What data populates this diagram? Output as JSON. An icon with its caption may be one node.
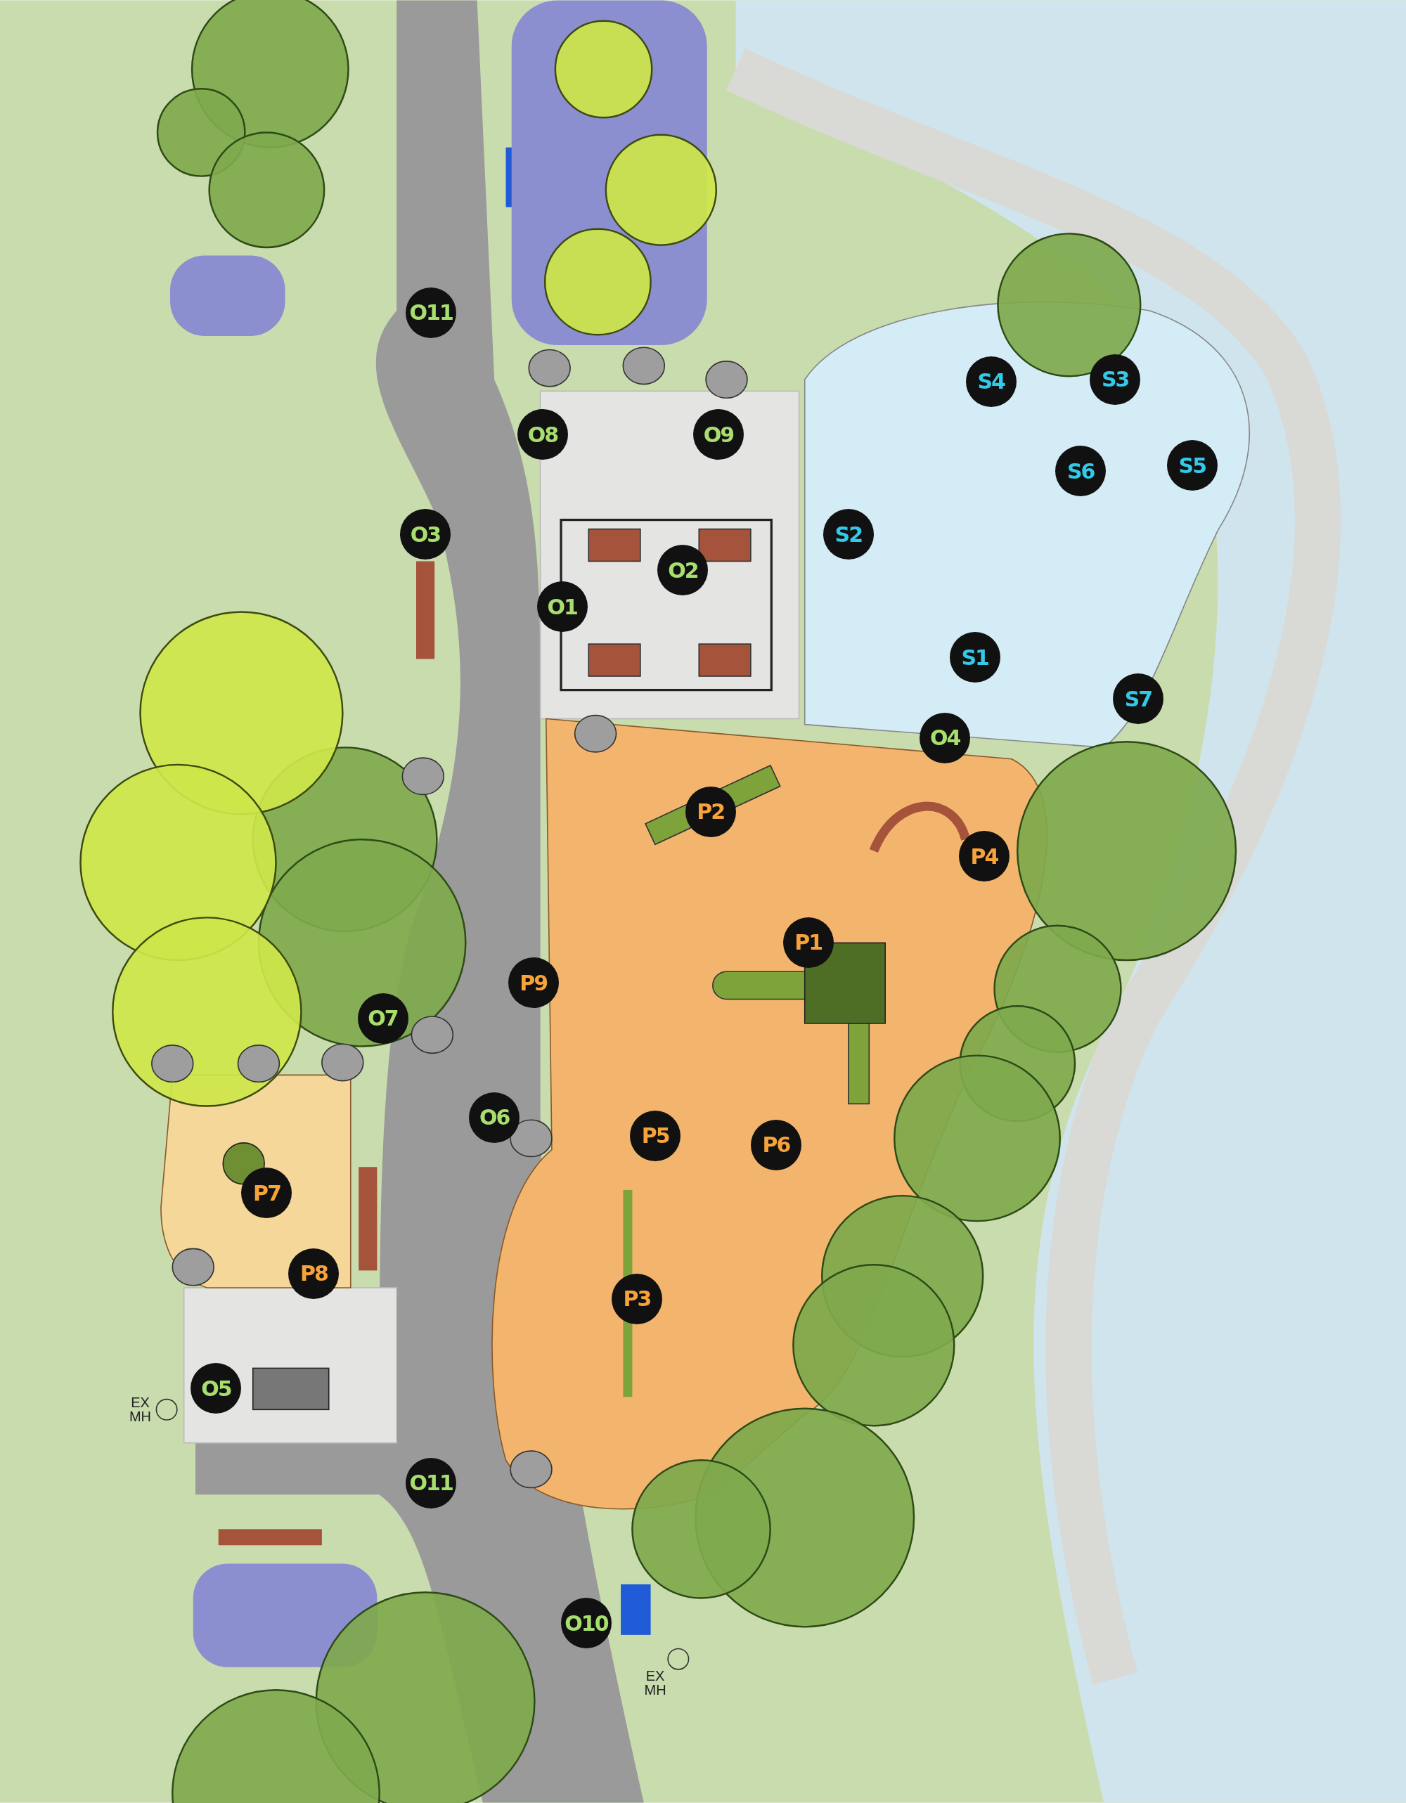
{
  "diagram": {
    "labels": [
      "O11",
      "S3",
      "S4",
      "O8",
      "O9",
      "S5",
      "S6",
      "O3",
      "S2",
      "O2",
      "O1",
      "S1",
      "S7",
      "O4",
      "P2",
      "P4",
      "P1",
      "P9",
      "O7",
      "O6",
      "P5",
      "P6",
      "P7",
      "P8",
      "P3",
      "O5",
      "EX MH",
      "O11",
      "O10",
      "EX MH"
    ]
  }
}
